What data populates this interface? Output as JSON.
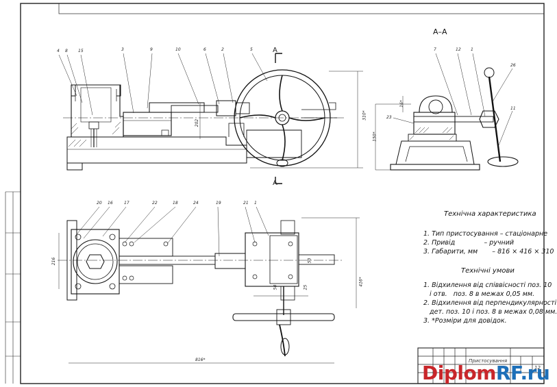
{
  "section_label": "А–А",
  "section_marks": [
    "А",
    "А"
  ],
  "tech_characteristics": {
    "title": "Технічна характеристика",
    "items": [
      "1. Тип пристосування – стаціонарне",
      "2. Привід              – ручний",
      "3. Габарити, мм       – 816 × 416 × 310"
    ]
  },
  "tech_conditions": {
    "title": "Технічні умови",
    "items": [
      "1. Відхилення від співвісності поз. 10",
      "   і отв.   поз. 8 в межах 0,05 мм.",
      "2. Відхилення від перпендикулярності",
      "   дет. поз. 10 і поз. 8 в межах 0,08 мм.",
      "3. *Розміри для довідок."
    ]
  },
  "front_view_labels": [
    "4",
    "8",
    "15",
    "3",
    "9",
    "10",
    "6",
    "2",
    "5"
  ],
  "plan_view_labels": [
    "20",
    "16",
    "17",
    "22",
    "18",
    "24",
    "19",
    "21",
    "1"
  ],
  "section_view_labels": [
    "7",
    "12",
    "1",
    "26",
    "11",
    "23"
  ],
  "dimensions": {
    "front_height": "310*",
    "front_inner": "202",
    "plan_width": "216",
    "plan_right": "416*",
    "plan_length": "816*",
    "section_height": "150*",
    "section_small": "16*",
    "plan_d1": "50",
    "plan_d2": "25",
    "plan_d3": "50"
  },
  "title_block": {
    "name": "Пристосування",
    "sheet": "12"
  },
  "watermark": {
    "part1": "Diplom",
    "part2": "RF.ru"
  }
}
